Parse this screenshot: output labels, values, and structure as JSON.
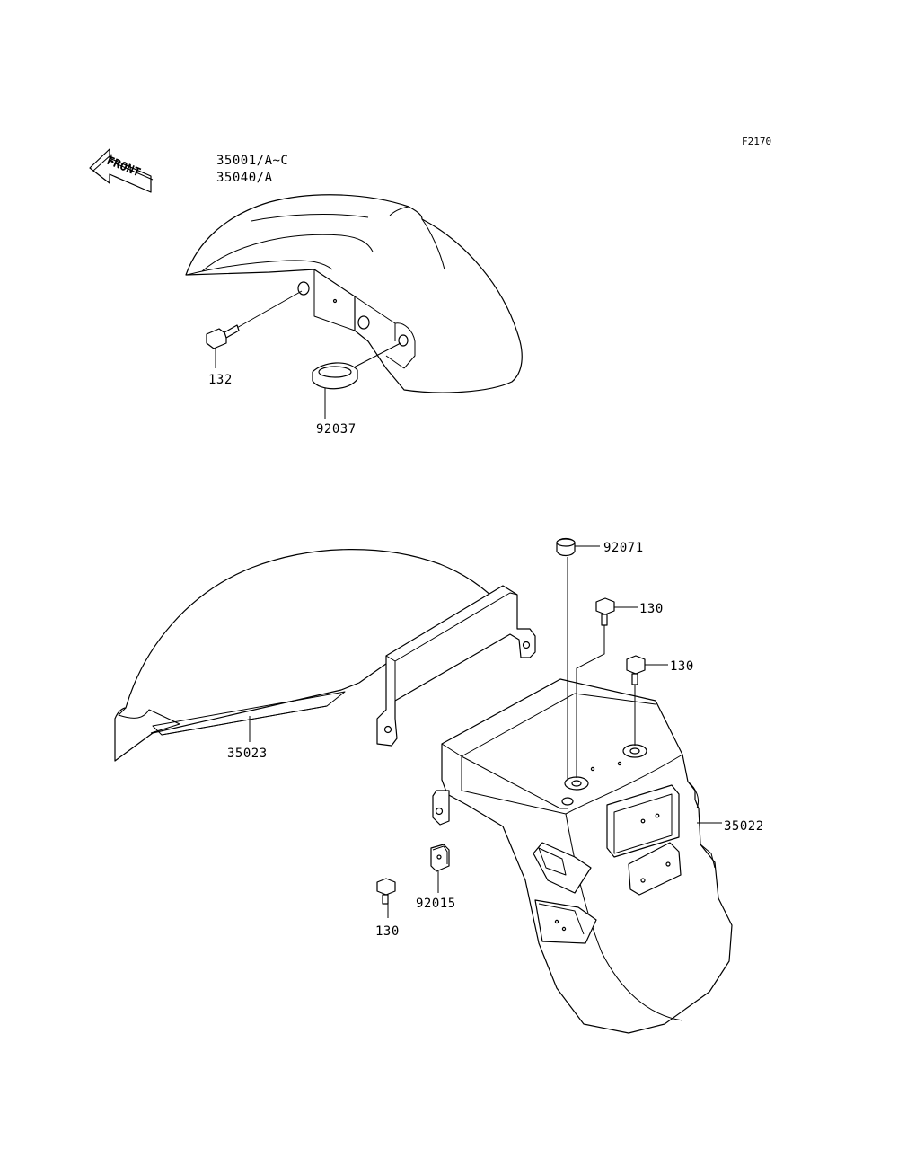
{
  "figure_code": "F2170",
  "front_arrow_label": "FRONT",
  "callouts": {
    "front_fender": [
      "35001/A~C",
      "35040/A"
    ],
    "bolt_132": "132",
    "grommet_92037": "92037",
    "cap_92071": "92071",
    "bolt_130_upper": "130",
    "bolt_130_mid": "130",
    "rear_fender_35023": "35023",
    "rear_fender_35022": "35022",
    "nut_92015": "92015",
    "bolt_130_lower": "130"
  }
}
